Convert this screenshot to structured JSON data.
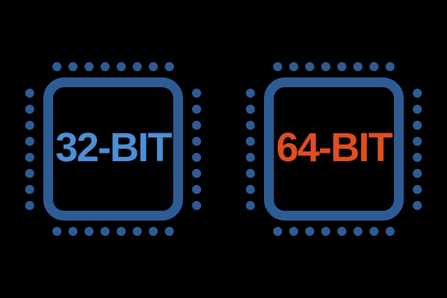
{
  "background_color": "#000000",
  "chip_outline_color": "#2d5c95",
  "pins_per_side": 8,
  "chips": [
    {
      "id": "32bit",
      "label": "32-BIT",
      "label_color": "#4d8fd6"
    },
    {
      "id": "64bit",
      "label": "64-BIT",
      "label_color": "#e04e1f"
    }
  ]
}
